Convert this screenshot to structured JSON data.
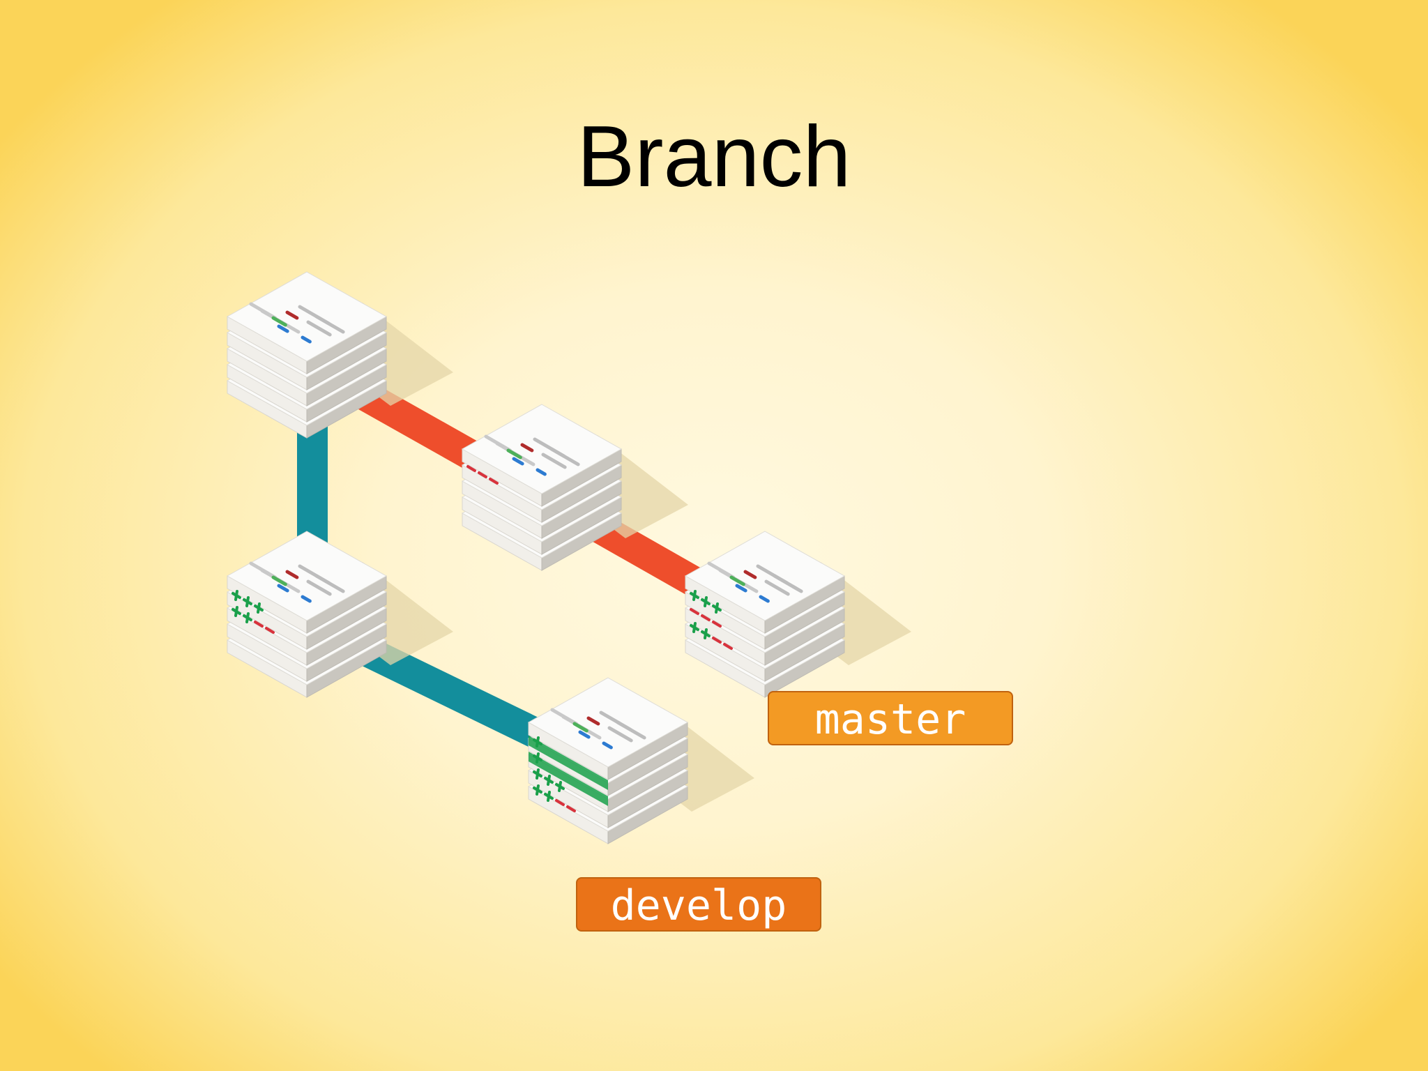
{
  "title": "Branch",
  "branches": {
    "master": {
      "label": "master"
    },
    "develop": {
      "label": "develop"
    }
  },
  "diagram": {
    "commits": [
      {
        "id": "c1",
        "branch": "shared",
        "marks": []
      },
      {
        "id": "c2",
        "branch": "master",
        "marks": [
          "---"
        ]
      },
      {
        "id": "c3",
        "branch": "master",
        "marks": [
          "+++",
          "---",
          "++--"
        ]
      },
      {
        "id": "c4",
        "branch": "develop",
        "marks": [
          "+++",
          "++--"
        ]
      },
      {
        "id": "c5",
        "branch": "develop",
        "marks": [
          "+",
          "+",
          "+++",
          "++--"
        ]
      }
    ],
    "edges": [
      {
        "from": "c1",
        "to": "c2",
        "branch": "master"
      },
      {
        "from": "c2",
        "to": "c3",
        "branch": "master"
      },
      {
        "from": "c1",
        "to": "c4",
        "branch": "develop"
      },
      {
        "from": "c4",
        "to": "c5",
        "branch": "develop"
      }
    ]
  },
  "colors": {
    "master_edge": "#ee4e2c",
    "develop_edge": "#138e9c",
    "master_tag": "#f39a24",
    "develop_tag": "#ea7318",
    "added": "#1aa04a",
    "removed": "#d8323c"
  }
}
